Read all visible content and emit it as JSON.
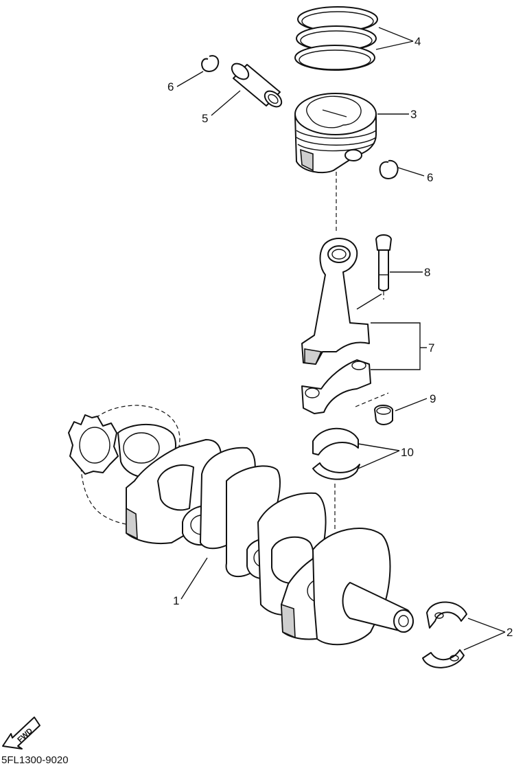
{
  "callouts": [
    {
      "id": "1",
      "label": "1"
    },
    {
      "id": "2",
      "label": "2"
    },
    {
      "id": "3",
      "label": "3"
    },
    {
      "id": "4",
      "label": "4"
    },
    {
      "id": "5",
      "label": "5"
    },
    {
      "id": "6a",
      "label": "6"
    },
    {
      "id": "6b",
      "label": "6"
    },
    {
      "id": "7",
      "label": "7"
    },
    {
      "id": "8",
      "label": "8"
    },
    {
      "id": "9",
      "label": "9"
    },
    {
      "id": "10",
      "label": "10"
    }
  ],
  "fwd_label": "FWD",
  "diagram_code": "5FL1300-9020"
}
